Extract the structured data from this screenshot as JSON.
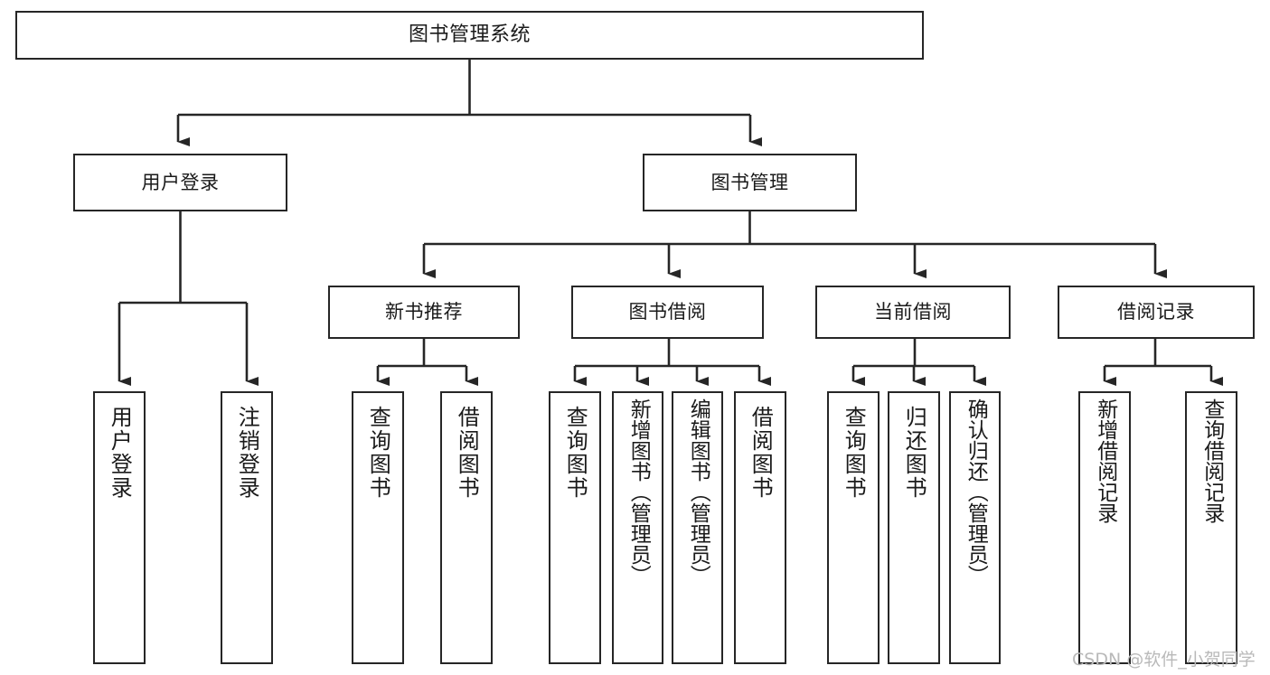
{
  "diagram": {
    "type": "tree",
    "title": "图书管理系统",
    "root": {
      "id": "root",
      "label": "图书管理系统"
    },
    "level2": [
      {
        "id": "user-login",
        "label": "用户登录"
      },
      {
        "id": "book-manage",
        "label": "图书管理"
      }
    ],
    "level3": [
      {
        "id": "new-book-recommend",
        "label": "新书推荐"
      },
      {
        "id": "book-borrow",
        "label": "图书借阅"
      },
      {
        "id": "current-borrow",
        "label": "当前借阅"
      },
      {
        "id": "borrow-record",
        "label": "借阅记录"
      }
    ],
    "leaves": {
      "user_login": [
        {
          "id": "leaf-user-login",
          "label": "用户登录"
        },
        {
          "id": "leaf-logout-login",
          "label": "注销登录"
        }
      ],
      "new_book_recommend": [
        {
          "id": "leaf-query-book-1",
          "label": "查询图书"
        },
        {
          "id": "leaf-borrow-book-1",
          "label": "借阅图书"
        }
      ],
      "book_borrow": [
        {
          "id": "leaf-query-book-2",
          "label": "查询图书"
        },
        {
          "id": "leaf-add-book",
          "label": "新增图书（管理员）"
        },
        {
          "id": "leaf-edit-book",
          "label": "编辑图书（管理员）"
        },
        {
          "id": "leaf-borrow-book-2",
          "label": "借阅图书"
        }
      ],
      "current_borrow": [
        {
          "id": "leaf-query-book-3",
          "label": "查询图书"
        },
        {
          "id": "leaf-return-book",
          "label": "归还图书"
        },
        {
          "id": "leaf-confirm-return",
          "label": "确认归还（管理员）"
        }
      ],
      "borrow_record": [
        {
          "id": "leaf-add-record",
          "label": "新增借阅记录"
        },
        {
          "id": "leaf-query-record",
          "label": "查询借阅记录"
        }
      ]
    }
  },
  "watermark": {
    "text": "CSDN @软件_小贺同学"
  },
  "colors": {
    "stroke": "#262626",
    "box_fill": "#ffffff",
    "text": "#1a1a1a",
    "watermark": "#b9b9b9",
    "background": "#ffffff"
  }
}
